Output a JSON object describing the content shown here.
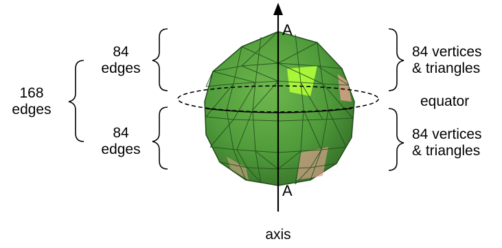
{
  "labels": {
    "upper_half_edges_count": "84",
    "upper_half_edges_word": "edges",
    "total_edges_count": "168",
    "total_edges_word": "edges",
    "lower_half_edges_count": "84",
    "lower_half_edges_word": "edges",
    "upper_vertices_line1": "84 vertices",
    "upper_vertices_line2": "& triangles",
    "equator": "equator",
    "lower_vertices_line1": "84 vertices",
    "lower_vertices_line2": "& triangles",
    "axis_top_point": "A",
    "axis_bottom_point": "A",
    "axis": "axis"
  },
  "colors": {
    "polyhedron_fill": "#4f9a3a",
    "polyhedron_edge": "#1f4a1a",
    "highlight_face": "#a8f53a",
    "pink_face": "#d9a08a",
    "line": "#000000"
  }
}
